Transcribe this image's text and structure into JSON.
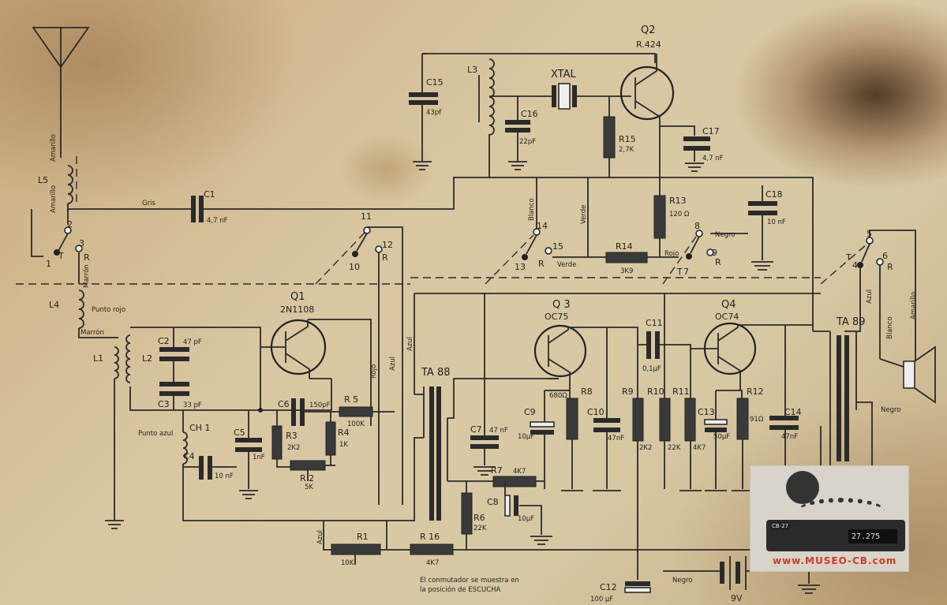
{
  "labels": {
    "q2_name": "Q2",
    "q2_type": "R.424",
    "xtal": "XTAL",
    "l3": "L3",
    "c15": "C15",
    "c15_val": "43pf",
    "c16": "C16",
    "c16_val": "22pF",
    "r15": "R15",
    "r15_val": "2,7K",
    "c17": "C17",
    "c17_val": "4,7 nF",
    "c1": "C1",
    "c1_val": "4,7 nF",
    "gris": "Gris",
    "l5": "L5",
    "amarillo": "Amarillo",
    "marron": "Marrón",
    "r13": "R13",
    "r13_val": "120 Ω",
    "c18": "C18",
    "c18_val": "10 nF",
    "blanco": "Blanco",
    "verde": "Verde",
    "r14": "R14",
    "r14_val": "3K9",
    "rojo": "Rojo",
    "negro": "Negro",
    "q1_name": "Q1",
    "q1_type": "2N1108",
    "punto_rojo": "Punto rojo",
    "l4": "L4",
    "l1": "L1",
    "l2": "L2",
    "c2": "C2",
    "c2_val": "47 pF",
    "c3": "C3",
    "c3_val": "33 pF",
    "c6": "C6",
    "c6_val": "150pF",
    "r5": "R 5",
    "r5_val": "100K",
    "punto_azul": "Punto azul",
    "ch1": "CH 1",
    "c5": "C5",
    "c5_val": "1nF",
    "r3": "R3",
    "r3_val": "2K2",
    "r4": "R4",
    "r4_val": "1K",
    "c4": "C4",
    "c4_val": "10 nF",
    "r2": "R 2",
    "r2_val": "5K",
    "q3_name": "Q 3",
    "q3_type": "OC75",
    "q4_name": "Q4",
    "q4_type": "OC74",
    "c11": "C11",
    "c11_val": "0,1μF",
    "ta88": "TA 88",
    "ta89": "TA 89",
    "azul": "Azul",
    "c7": "C7",
    "c7_val": "47 nF",
    "c9": "C9",
    "c9_val": "10μF",
    "r8": "R8",
    "r8_val": "680Ω",
    "c10": "C10",
    "c10_val": "47nF",
    "r9": "R9",
    "r9_val": "2K2",
    "r10": "R10",
    "r10_val": "22K",
    "r11": "R11",
    "r11_val": "4K7",
    "c13": "C13",
    "c13_val": "50μF",
    "r12": "R12",
    "r12_val": "91Ω",
    "c14": "C14",
    "c14_val": "47nF",
    "r7": "R7",
    "r7_val": "4K7",
    "c8": "C8",
    "c8_val": "10μF",
    "r6": "R6",
    "r6_val": "22K",
    "r1": "R1",
    "r1_val": "10K",
    "r16": "R 16",
    "r16_val": "4K7",
    "c12": "C12",
    "c12_val": "100 μF",
    "v9": "9V",
    "note_line1": "El conmutador se muestra en",
    "note_line2": "la posición de ESCUCHA"
  },
  "pins": {
    "p1": "1",
    "p2": "2",
    "p3": "3",
    "p4": "4",
    "p5": "5",
    "p6": "6",
    "p7": "7",
    "p8": "8",
    "p9": "9",
    "p10": "10",
    "p11": "11",
    "p12": "12",
    "p13": "13",
    "p14": "14",
    "p15": "15",
    "T": "T",
    "R": "R"
  },
  "watermark": {
    "site": "www.MUSEO-CB.com",
    "model": "CB-27",
    "freq": "27.275"
  },
  "colors": {
    "ink": "#2a2a2a",
    "paper": "#d9c7a2",
    "stain": "#5a3414",
    "logo_red": "#d23a1c"
  }
}
